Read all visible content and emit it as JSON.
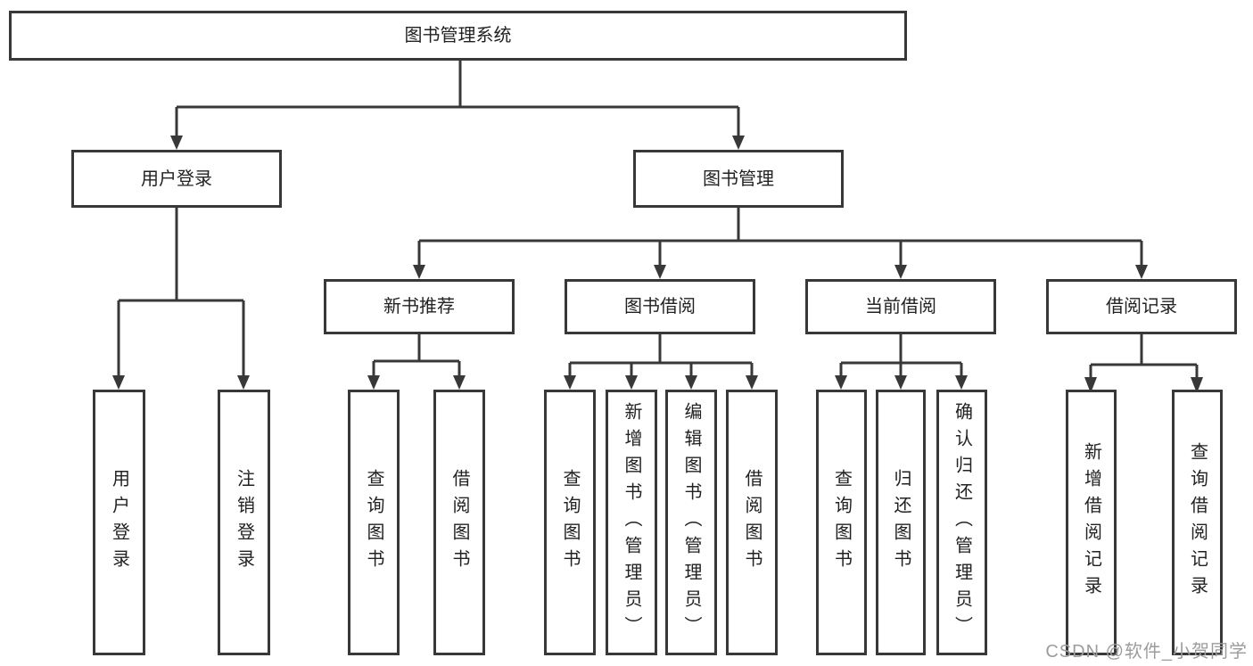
{
  "title": "图书管理系统",
  "level2": [
    "用户登录",
    "图书管理"
  ],
  "level3": [
    "新书推荐",
    "图书借阅",
    "当前借阅",
    "借阅记录"
  ],
  "leaves": {
    "user_login": [
      "用户登录",
      "注销登录"
    ],
    "new_book_recommend": [
      "查询图书",
      "借阅图书"
    ],
    "book_borrowing": [
      "查询图书",
      "新增图书（管理员）",
      "编辑图书（管理员）",
      "借阅图书"
    ],
    "current_borrowing": [
      "查询图书",
      "归还图书",
      "确认归还（管理员）"
    ],
    "borrowing_records": [
      "新增借阅记录",
      "查询借阅记录"
    ]
  },
  "watermark": "CSDN @软件_小贺同学",
  "colors": {
    "line": "#383838",
    "text": "#222222",
    "background": "#ffffff",
    "watermark": "#9c9c9c"
  }
}
